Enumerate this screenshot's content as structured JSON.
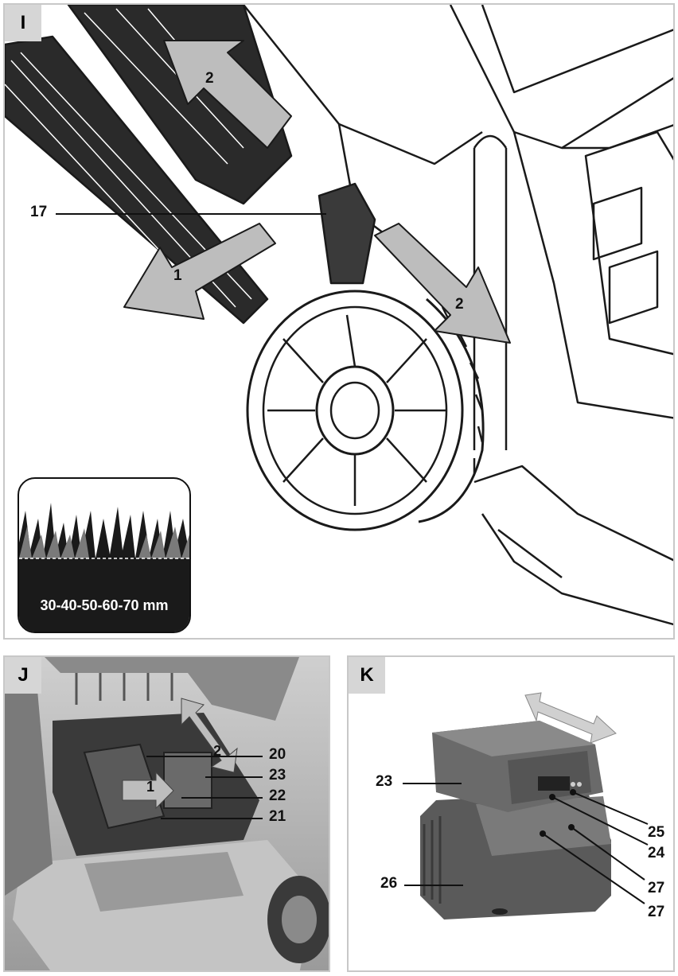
{
  "panels": {
    "i": {
      "tag": "I",
      "labels": {
        "part_17": "17",
        "arrow_1": "1",
        "arrow_2_top": "2",
        "arrow_2_right": "2"
      },
      "height_setting": "30-40-50-60-70 mm"
    },
    "j": {
      "tag": "J",
      "labels": {
        "arrow_1": "1",
        "arrow_2": "2",
        "part_20": "20",
        "part_23": "23",
        "part_22": "22",
        "part_21": "21"
      }
    },
    "k": {
      "tag": "K",
      "labels": {
        "part_23": "23",
        "part_25": "25",
        "part_24": "24",
        "part_26": "26",
        "part_27a": "27",
        "part_27b": "27"
      }
    }
  },
  "colors": {
    "arrow_fill": "#bdbdbd",
    "border": "#c8c8c8",
    "tag_bg": "#d6d6d6",
    "line": "#111111"
  }
}
